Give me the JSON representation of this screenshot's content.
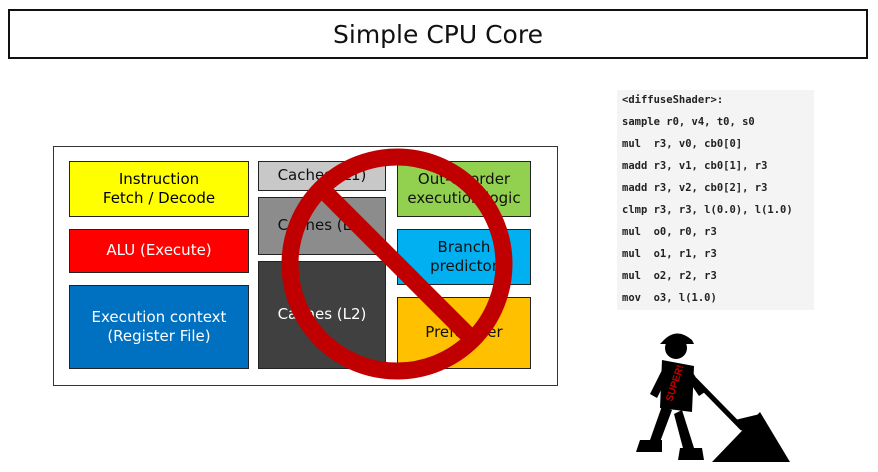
{
  "title": "Simple CPU Core",
  "blocks": {
    "fetch_decode": "Instruction\nFetch / Decode",
    "alu": "ALU (Execute)",
    "exec_context": "Execution context\n(Register File)",
    "cache_l1": "Caches (L1)",
    "cache_l1b": "Caches (L1)",
    "cache_l2": "Caches (L2)",
    "ooo_logic": "Out-of-order\nexecution logic",
    "branch_predictor": "Branch\npredictor",
    "prefetcher": "Prefetcher"
  },
  "colors": {
    "fetch_decode": "#ffff00",
    "alu": "#ff0000",
    "exec_context": "#0070c0",
    "cache_l1": "#c8c8c8",
    "cache_l1b": "#8c8c8c",
    "cache_l2": "#404040",
    "ooo_logic": "#92d050",
    "branch_predictor": "#00b0f0",
    "prefetcher": "#ffc000",
    "prohibition": "#c00000"
  },
  "shader_code": [
    "<diffuseShader>:",
    "sample r0, v4, t0, s0",
    "mul  r3, v0, cb0[0]",
    "madd r3, v1, cb0[1], r3",
    "madd r3, v2, cb0[2], r3",
    "clmp r3, r3, l(0.0), l(1.0)",
    "mul  o0, r0, r3",
    "mul  o1, r1, r3",
    "mul  o2, r2, r3",
    "mov  o3, l(1.0)"
  ],
  "icons": {
    "prohibition": "no-sign-icon",
    "worker": "construction-worker-icon"
  },
  "worker_shirt_text": "SUPER!"
}
